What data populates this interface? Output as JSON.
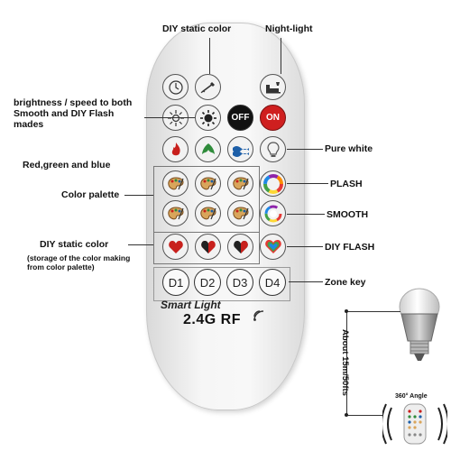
{
  "labels": {
    "diy_static_top": "DIY static color",
    "night_light": "Night-light",
    "brightness": "brightness / speed to both Smooth and DIY Flash mades",
    "rgb": "Red,green and blue",
    "pure_white": "Pure white",
    "plash": "PLASH",
    "color_palette": "Color palette",
    "smooth": "SMOOTH",
    "diy_static_left": "DIY static color",
    "diy_static_note": "(storage of the color making from color palette)",
    "diy_flash": "DIY FLASH",
    "zone_key": "Zone key",
    "distance": "About 15m/50fts",
    "angle": "360° Angle"
  },
  "remote": {
    "off_label": "OFF",
    "on_label": "ON",
    "zones": [
      "D1",
      "D2",
      "D3",
      "D4"
    ],
    "brand_line1": "Smart Light",
    "brand_line2": "2.4G RF"
  },
  "colors": {
    "on_red": "#cf1f1f",
    "off_black": "#111111",
    "flame_red": "#c8201c",
    "leaf_green": "#2e8b3a",
    "wave_blue": "#1d5fa8"
  }
}
